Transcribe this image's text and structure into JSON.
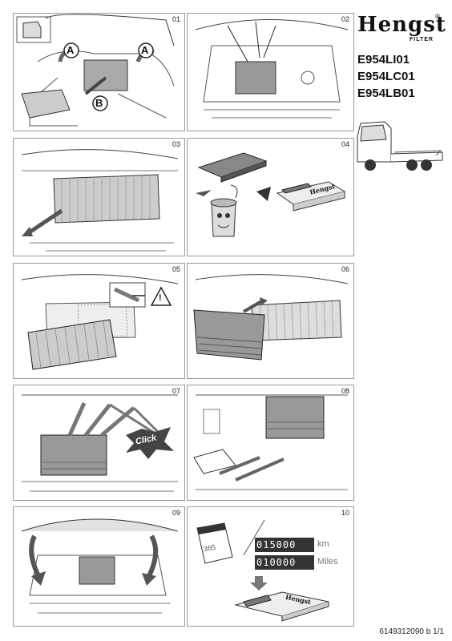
{
  "brand": {
    "name": "Hengst",
    "sub": "FILTER",
    "reg": "®"
  },
  "parts": [
    "E954LI01",
    "E954LC01",
    "E954LB01"
  ],
  "steps": [
    {
      "num": "01",
      "callouts": [
        "A",
        "A",
        "B"
      ]
    },
    {
      "num": "02"
    },
    {
      "num": "03"
    },
    {
      "num": "04",
      "box_label": "Hengst"
    },
    {
      "num": "05",
      "warning": "!"
    },
    {
      "num": "06"
    },
    {
      "num": "07",
      "click_text": "Click"
    },
    {
      "num": "08"
    },
    {
      "num": "09"
    },
    {
      "num": "10",
      "calendar": "365",
      "odo_km": "015000",
      "unit_km": "km",
      "odo_miles": "010000",
      "unit_miles": "Miles",
      "box_label": "Hengst"
    }
  ],
  "doc_number": "6149312090 b 1/1",
  "colors": {
    "frame": "#9a9a9a",
    "line": "#333333",
    "filter_grey": "#9c9c9c",
    "dark": "#2b2b2b"
  }
}
